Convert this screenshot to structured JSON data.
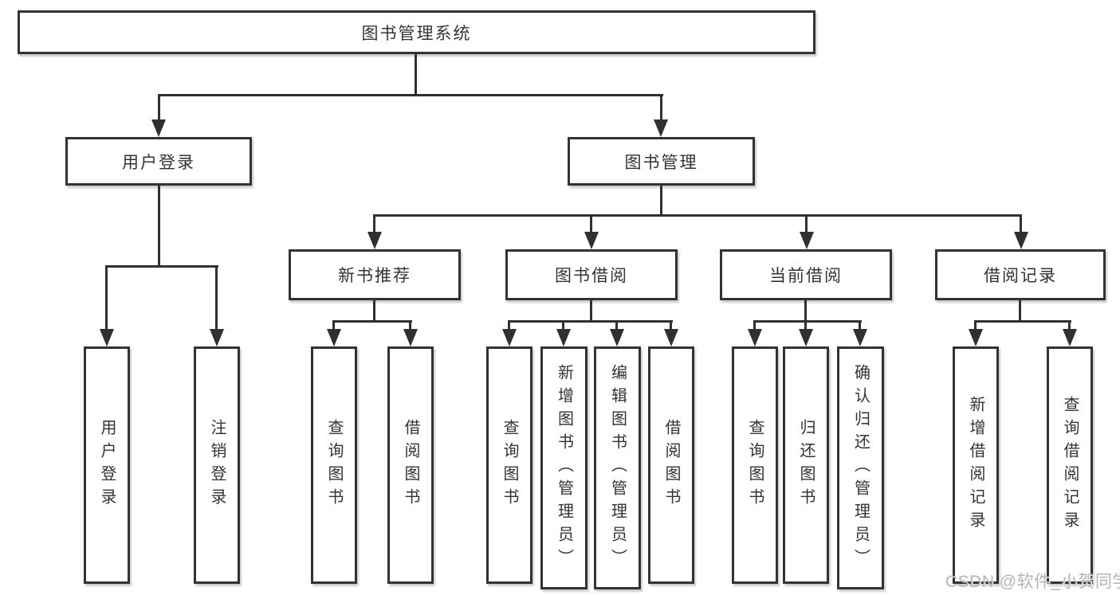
{
  "diagram": {
    "title": "图书管理系统",
    "level2": [
      {
        "label": "用户登录"
      },
      {
        "label": "图书管理"
      }
    ],
    "level3": [
      {
        "label": "新书推荐"
      },
      {
        "label": "图书借阅"
      },
      {
        "label": "当前借阅"
      },
      {
        "label": "借阅记录"
      }
    ],
    "leaves": [
      {
        "label": "用户登录"
      },
      {
        "label": "注销登录"
      },
      {
        "label": "查询图书"
      },
      {
        "label": "借阅图书"
      },
      {
        "label": "查询图书"
      },
      {
        "label": "新增图书（管理员）"
      },
      {
        "label": "编辑图书（管理员）"
      },
      {
        "label": "借阅图书"
      },
      {
        "label": "查询图书"
      },
      {
        "label": "归还图书"
      },
      {
        "label": "确认归还（管理员）"
      },
      {
        "label": "新增借阅记录"
      },
      {
        "label": "查询借阅记录"
      }
    ]
  },
  "watermark": {
    "text": "CSDN @软件_小贺同学"
  },
  "colors": {
    "line": "#303030",
    "box_border": "#333333",
    "text": "#333333",
    "watermark_gray": "#b3b3b3",
    "background": "#ffffff"
  }
}
